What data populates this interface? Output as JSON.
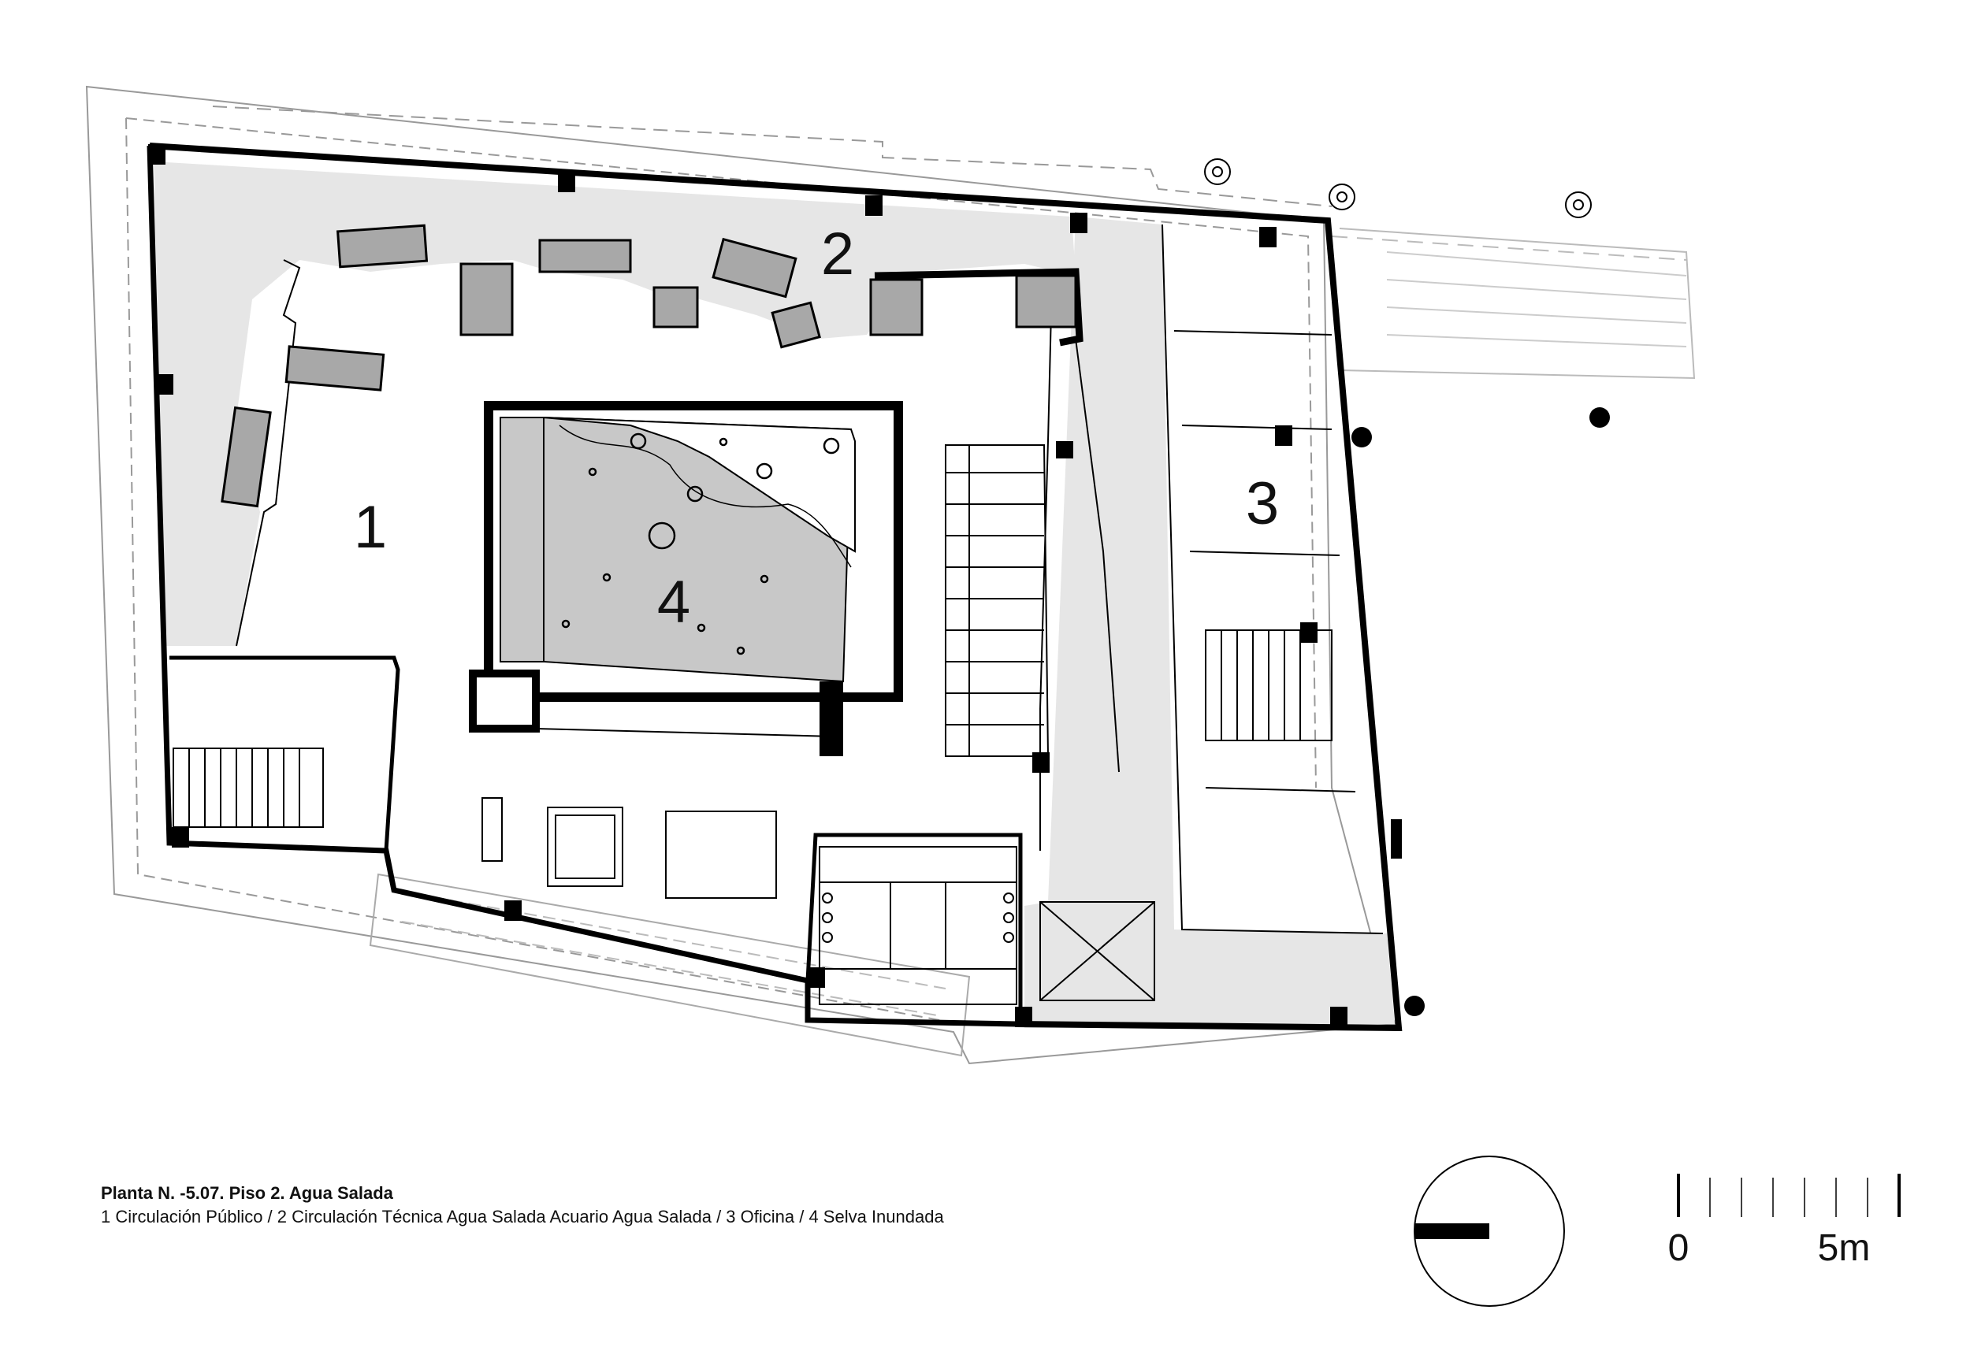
{
  "drawing": {
    "title": "Planta N. -5.07. Piso 2. Agua Salada",
    "legend": "1 Circulación Público / 2 Circulación Técnica Agua Salada Acuario Agua Salada / 3 Oficina / 4 Selva Inundada"
  },
  "rooms": [
    {
      "number": "1",
      "name": "Circulación Público"
    },
    {
      "number": "2",
      "name": "Circulación Técnica Agua Salada Acuario Agua Salada"
    },
    {
      "number": "3",
      "name": "Oficina"
    },
    {
      "number": "4",
      "name": "Selva Inundada"
    }
  ],
  "scale_bar": {
    "start_label": "0",
    "end_label": "5m"
  },
  "colors": {
    "wall": "#000000",
    "circulation_fill": "#e6e6e6",
    "aquarium_fill": "#c8c8c8",
    "tank_fill": "#a8a8a8"
  }
}
